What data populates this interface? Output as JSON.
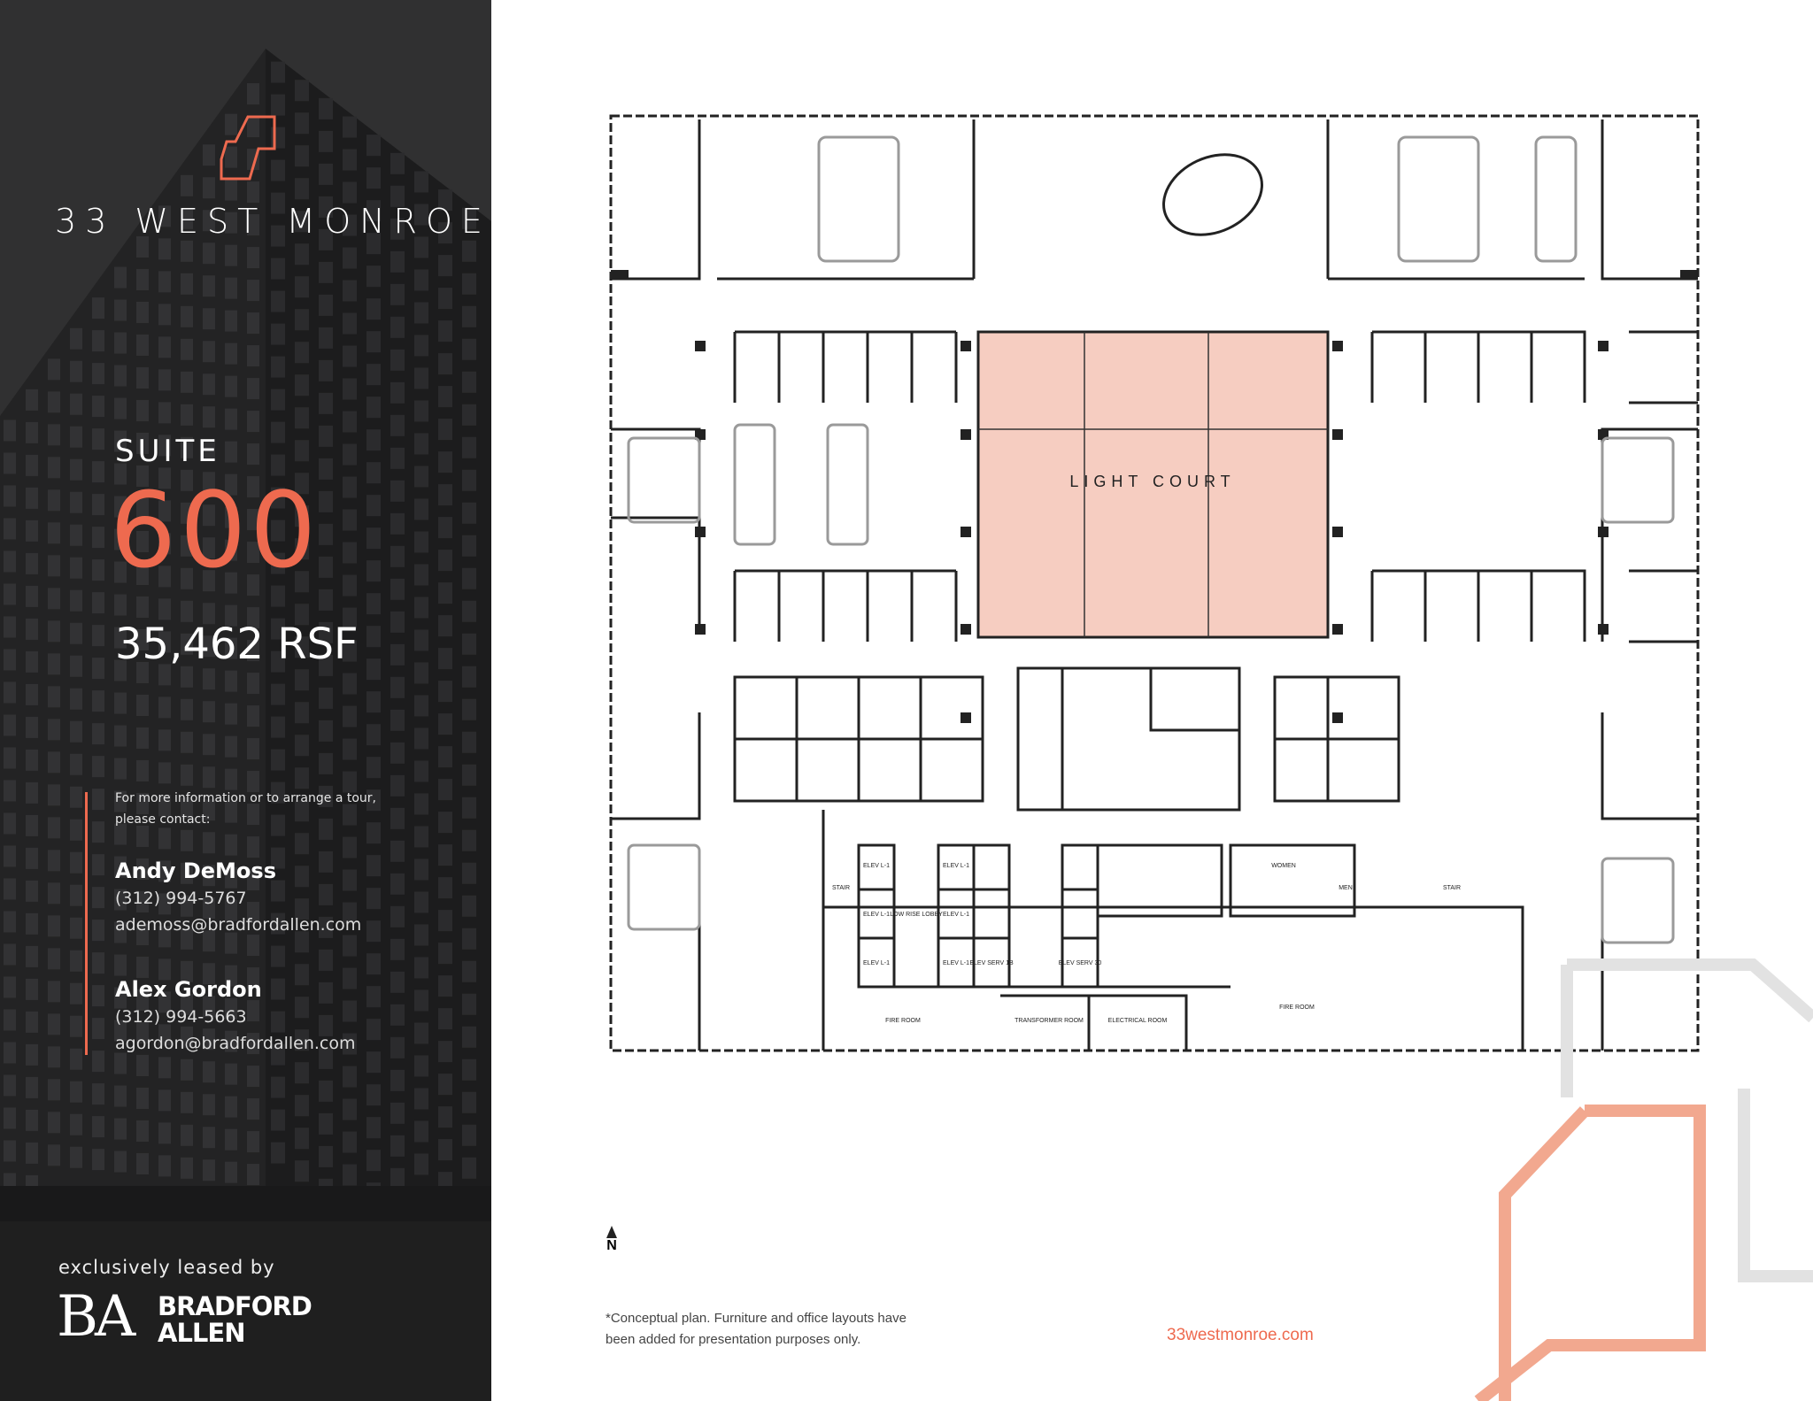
{
  "brand": {
    "building_name": "33 WEST MONROE",
    "accent_color": "#ee6a4f",
    "logo_icon": "stylized-33-outline-icon"
  },
  "suite": {
    "label": "SUITE",
    "number": "600",
    "area": "35,462 RSF"
  },
  "contact": {
    "intro_line1": "For more information or to arrange a tour,",
    "intro_line2": "please contact:",
    "people": [
      {
        "name": "Andy DeMoss",
        "phone": "(312) 994-5767",
        "email": "ademoss@bradfordallen.com"
      },
      {
        "name": "Alex Gordon",
        "phone": "(312) 994-5663",
        "email": "agordon@bradfordallen.com"
      }
    ]
  },
  "broker": {
    "leased_by": "exclusively leased by",
    "mark": "BA",
    "word1": "BRADFORD",
    "word2": "ALLEN"
  },
  "floorplan": {
    "light_court_label": "LIGHT COURT",
    "light_court_color": "#f6cdc1",
    "north_label": "N",
    "room_labels": [
      "ELEV L-1",
      "ELEV L-1",
      "ELEV L-1",
      "ELEV L-1",
      "ELEV L-1",
      "ELEV L-1",
      "LOW RISE LOBBY",
      "ELEV SERV 1B",
      "ELEV SERV 30",
      "FIRE ROOM",
      "FIRE ROOM",
      "TRANSFORMER ROOM",
      "ELECTRICAL ROOM",
      "STAIR",
      "STAIR",
      "WOMEN",
      "MEN"
    ]
  },
  "footer": {
    "disclaimer_line1": "*Conceptual plan. Furniture and office layouts have",
    "disclaimer_line2": "been added for presentation purposes only.",
    "website": "33westmonroe.com"
  }
}
